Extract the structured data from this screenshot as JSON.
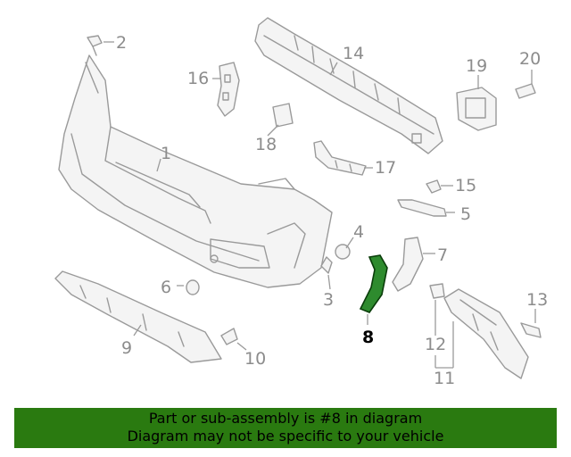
{
  "callouts": {
    "c1": "1",
    "c2": "2",
    "c3": "3",
    "c4": "4",
    "c5": "5",
    "c6": "6",
    "c7": "7",
    "c8": "8",
    "c9": "9",
    "c10": "10",
    "c11": "11",
    "c12": "12",
    "c13": "13",
    "c14": "14",
    "c15": "15",
    "c16": "16",
    "c17": "17",
    "c18": "18",
    "c19": "19",
    "c20": "20"
  },
  "highlight": {
    "part_number": "8",
    "color": "#2e8b2e"
  },
  "banner": {
    "line1": "Part or sub-assembly is #8 in diagram",
    "line2": "Diagram may not be specific to your vehicle",
    "background": "#2a7a10"
  }
}
